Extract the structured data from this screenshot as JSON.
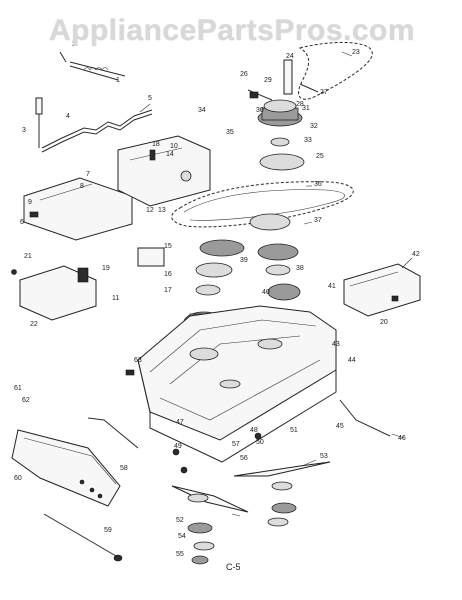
{
  "watermark": "AppliancePartsPros.com",
  "page_code": "C-5",
  "callouts": [
    "1",
    "2",
    "3",
    "4",
    "5",
    "6",
    "7",
    "8",
    "9",
    "10",
    "11",
    "12",
    "13",
    "14",
    "15",
    "16",
    "17",
    "18",
    "19",
    "20",
    "21",
    "22",
    "23",
    "24",
    "25",
    "26",
    "27",
    "28",
    "29",
    "30",
    "31",
    "32",
    "33",
    "34",
    "35",
    "36",
    "37",
    "38",
    "39",
    "40",
    "41",
    "42",
    "43",
    "44",
    "45",
    "46",
    "47",
    "48",
    "49",
    "50",
    "51",
    "52",
    "53",
    "54",
    "55",
    "56",
    "57",
    "58",
    "59",
    "60",
    "61",
    "62",
    "63"
  ]
}
